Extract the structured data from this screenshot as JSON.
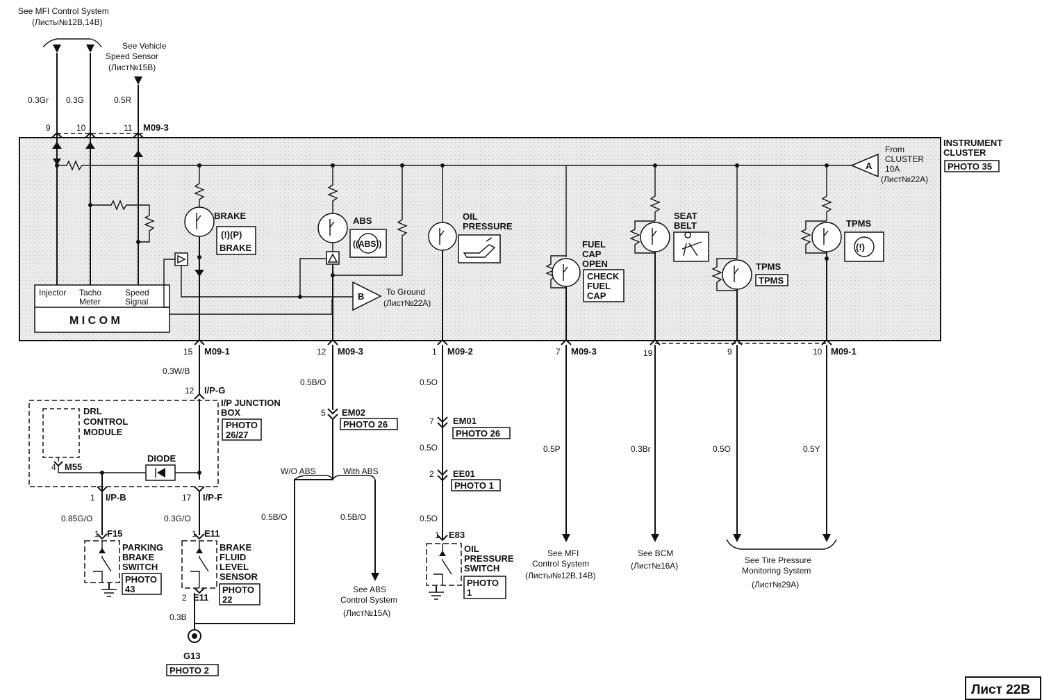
{
  "refs": {
    "mfi_top_1": "See MFI Control System",
    "mfi_top_2": "(Листы№12B,14B)",
    "vss_1": "See Vehicle",
    "vss_2": "Speed Sensor",
    "vss_3": "(Лист№15B)",
    "to_ground_1": "To Ground",
    "to_ground_2": "(Лист№22A)",
    "from_cluster_1": "From",
    "from_cluster_2": "CLUSTER",
    "from_cluster_3": "10A",
    "from_cluster_4": "(Лист№22A)",
    "abs_sys_1": "See ABS",
    "abs_sys_2": "Control System",
    "abs_sys_3": "(Лист№15A)",
    "mfi_bot_1": "See MFI",
    "mfi_bot_2": "Control System",
    "mfi_bot_3": "(Листы№12B,14B)",
    "bcm_1": "See BCM",
    "bcm_2": "(Лист№16A)",
    "tpms_sys_1": "See Tire Pressure",
    "tpms_sys_2": "Monitoring System",
    "tpms_sys_3": "(Лист№29A)"
  },
  "cluster": {
    "title_1": "INSTRUMENT",
    "title_2": "CLUSTER",
    "photo": "PHOTO 35",
    "micom": "M I C O M",
    "injector": "Injector",
    "tacho_1": "Tacho",
    "tacho_2": "Meter",
    "speed_1": "Speed",
    "speed_2": "Signal",
    "node_a": "A",
    "node_b": "B"
  },
  "lamps": {
    "brake": "BRAKE",
    "brake_icon": "(!)(P)",
    "brake_box": "BRAKE",
    "abs": "ABS",
    "abs_icon": "((ABS))",
    "oil_1": "OIL",
    "oil_2": "PRESSURE",
    "fuel_1": "FUEL",
    "fuel_2": "CAP",
    "fuel_3": "OPEN",
    "fuel_box_1": "CHECK",
    "fuel_box_2": "FUEL",
    "fuel_box_3": "CAP",
    "seat_1": "SEAT",
    "seat_2": "BELT",
    "tpms_a": "TPMS",
    "tpms_a_box": "TPMS",
    "tpms_b": "TPMS",
    "tpms_b_icon": "(!)"
  },
  "pins": {
    "p9": "9",
    "p10": "10",
    "p11": "11",
    "m0933_top": "M09-3",
    "p15": "15",
    "m0911": "M09-1",
    "p12": "12",
    "m0933_a": "M09-3",
    "p1": "1",
    "m0922": "M09-2",
    "p7": "7",
    "m0933_b": "M09-3",
    "p19": "19",
    "p9b": "9",
    "p10b": "10",
    "m0911_b": "M09-1",
    "ipg_pin": "12",
    "ipg": "I/P-G",
    "ipb_pin": "1",
    "ipb": "I/P-B",
    "ipf_pin": "17",
    "ipf": "I/P-F",
    "m55_pin": "4",
    "m55": "M55",
    "em02_pin": "5",
    "em02": "EM02",
    "em01_pin": "7",
    "em01": "EM01",
    "ee01_pin": "2",
    "ee01": "EE01",
    "e83_pin": "1",
    "e83": "E83",
    "f15_pin": "1",
    "f15": "F15",
    "e11_pin": "1",
    "e11": "E11",
    "e11b_pin": "2",
    "e11b": "E11"
  },
  "wires": {
    "w03gr": "0.3Gr",
    "w03g": "0.3G",
    "w05r": "0.5R",
    "w03wb": "0.3W/B",
    "w05bo_a": "0.5B/O",
    "w05o_a": "0.5O",
    "w05o_b": "0.5O",
    "w05o_c": "0.5O",
    "w05p": "0.5P",
    "w03br": "0.3Br",
    "w05o_d": "0.5O",
    "w05y": "0.5Y",
    "w085go": "0.85G/O",
    "w03go": "0.3G/O",
    "w03b": "0.3B",
    "w05bo_b": "0.5B/O",
    "w05bo_c": "0.5B/O",
    "wo_abs": "W/O ABS",
    "with_abs": "With ABS"
  },
  "components": {
    "ipjb_1": "I/P JUNCTION",
    "ipjb_2": "BOX",
    "ipjb_photo_1": "PHOTO",
    "ipjb_photo_2": "26/27",
    "drl_1": "DRL",
    "drl_2": "CONTROL",
    "drl_3": "MODULE",
    "diode": "DIODE",
    "em02_photo": "PHOTO 26",
    "em01_photo": "PHOTO 26",
    "ee01_photo": "PHOTO 1",
    "park_1": "PARKING",
    "park_2": "BRAKE",
    "park_3": "SWITCH",
    "park_photo_1": "PHOTO",
    "park_photo_2": "43",
    "bfl_1": "BRAKE",
    "bfl_2": "FLUID",
    "bfl_3": "LEVEL",
    "bfl_4": "SENSOR",
    "bfl_photo_1": "PHOTO",
    "bfl_photo_2": "22",
    "ops_1": "OIL",
    "ops_2": "PRESSURE",
    "ops_3": "SWITCH",
    "ops_photo_1": "PHOTO",
    "ops_photo_2": "1",
    "g13": "G13",
    "g13_photo": "PHOTO 2"
  },
  "sheet": "Лист 22B"
}
